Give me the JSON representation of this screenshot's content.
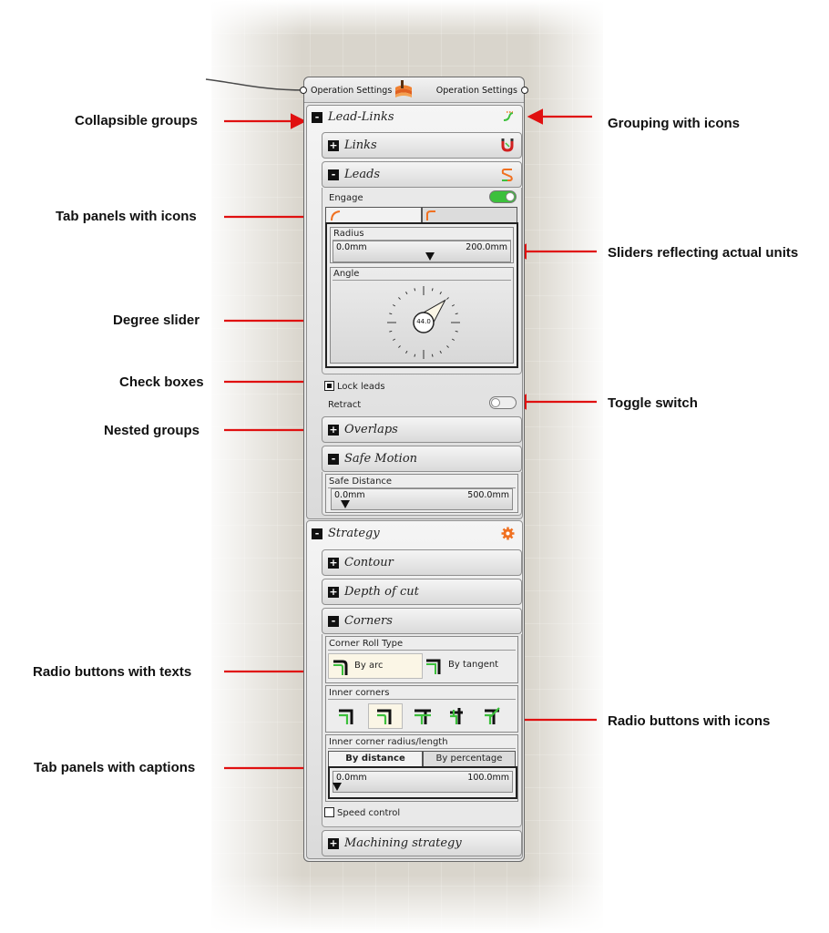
{
  "annotations": {
    "collapsible_groups": "Collapsible groups",
    "grouping_with_icons": "Grouping with icons",
    "tab_panels_with_icons": "Tab panels with icons",
    "sliders_units": "Sliders reflecting actual units",
    "degree_slider": "Degree slider",
    "check_boxes": "Check boxes",
    "toggle_switch": "Toggle switch",
    "nested_groups": "Nested groups",
    "radio_texts": "Radio buttons with texts",
    "radio_icons": "Radio buttons with icons",
    "tab_captions": "Tab panels with captions"
  },
  "component": {
    "input_label": "Operation Settings",
    "output_label": "Operation Settings"
  },
  "groups": {
    "lead_links": {
      "title": "Lead-Links",
      "toggle": "-"
    },
    "links": {
      "title": "Links",
      "toggle": "+"
    },
    "leads": {
      "title": "Leads",
      "toggle": "-",
      "engage_label": "Engage",
      "engage_on": true,
      "radius": {
        "label": "Radius",
        "min": "0.0mm",
        "max": "200.0mm",
        "value": 110,
        "range": [
          0,
          200
        ]
      },
      "angle": {
        "label": "Angle",
        "value": "44.0",
        "degrees": 44
      },
      "lock_leads_label": "Lock leads",
      "lock_leads_checked": true,
      "retract_label": "Retract",
      "retract_on": false
    },
    "overlaps": {
      "title": "Overlaps",
      "toggle": "+"
    },
    "safe_motion": {
      "title": "Safe Motion",
      "toggle": "-",
      "safe_distance": {
        "label": "Safe Distance",
        "min": "0.0mm",
        "max": "500.0mm",
        "value": 30,
        "range": [
          0,
          500
        ]
      }
    },
    "strategy": {
      "title": "Strategy",
      "toggle": "-"
    },
    "contour": {
      "title": "Contour",
      "toggle": "+"
    },
    "depth_of_cut": {
      "title": "Depth of cut",
      "toggle": "+"
    },
    "corners": {
      "title": "Corners",
      "toggle": "-",
      "roll_type_label": "Corner Roll Type",
      "by_arc": "By arc",
      "by_tangent": "By tangent",
      "inner_corners_label": "Inner corners",
      "inner_radius_label": "Inner corner radius/length",
      "tab_by_distance": "By distance",
      "tab_by_percentage": "By percentage",
      "inner_slider": {
        "min": "0.0mm",
        "max": "100.0mm",
        "value": 0,
        "range": [
          0,
          100
        ]
      },
      "speed_control_label": "Speed control",
      "speed_control_checked": false
    },
    "machining_strategy": {
      "title": "Machining strategy",
      "toggle": "+"
    }
  },
  "colors": {
    "accent_green": "#3cc03c",
    "arrow_red": "#e01010",
    "strategy_icon": "#f07020"
  }
}
